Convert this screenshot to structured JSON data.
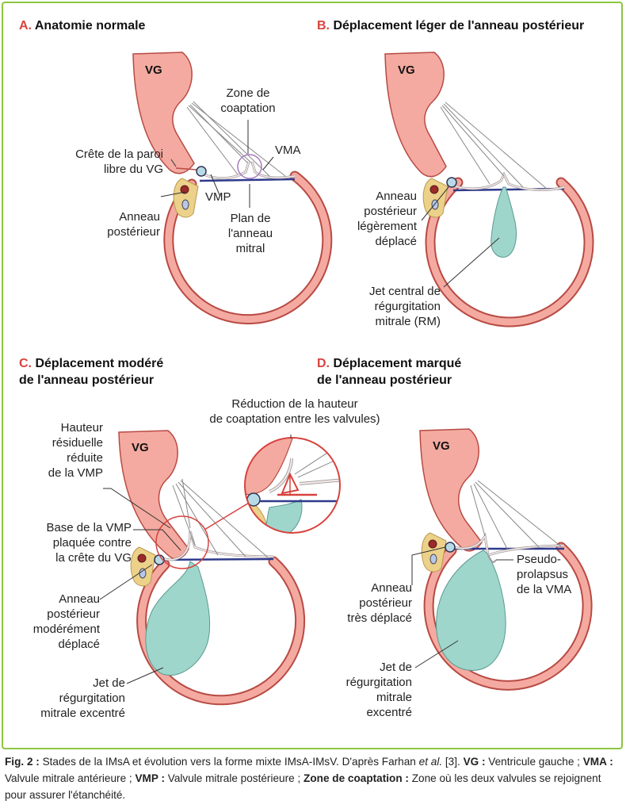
{
  "panels": {
    "a": {
      "letter": "A.",
      "title": "Anatomie normale"
    },
    "b": {
      "letter": "B.",
      "title": "Déplacement léger de l'anneau postérieur"
    },
    "c": {
      "letter": "C.",
      "title_1": "Déplacement modéré",
      "title_2": "de l'anneau postérieur"
    },
    "d": {
      "letter": "D.",
      "title_1": "Déplacement marqué",
      "title_2": "de l'anneau postérieur"
    }
  },
  "labels": {
    "vg": "VG",
    "a_zone_1": "Zone de",
    "a_zone_2": "coaptation",
    "a_vma": "VMA",
    "a_crete_1": "Crête de la paroi",
    "a_crete_2": "libre du VG",
    "a_vmp": "VMP",
    "a_anneau_1": "Anneau",
    "a_anneau_2": "postérieur",
    "a_plan_1": "Plan de",
    "a_plan_2": "l'anneau",
    "a_plan_3": "mitral",
    "b_anneau_1": "Anneau",
    "b_anneau_2": "postérieur",
    "b_anneau_3": "légèrement",
    "b_anneau_4": "déplacé",
    "b_jet_1": "Jet central de",
    "b_jet_2": "régurgitation",
    "b_jet_3": "mitrale (RM)",
    "c_reduction_1": "Réduction de la hauteur",
    "c_reduction_2": "de coaptation entre les valvules)",
    "c_hauteur_1": "Hauteur",
    "c_hauteur_2": "résiduelle",
    "c_hauteur_3": "réduite",
    "c_hauteur_4": "de la VMP",
    "c_base_1": "Base de la VMP",
    "c_base_2": "plaquée contre",
    "c_base_3": "la crête du VG",
    "c_anneau_1": "Anneau",
    "c_anneau_2": "postérieur",
    "c_anneau_3": "modérément",
    "c_anneau_4": "déplacé",
    "c_jet_1": "Jet de",
    "c_jet_2": "régurgitation",
    "c_jet_3": "mitrale excentré",
    "d_anneau_1": "Anneau",
    "d_anneau_2": "postérieur",
    "d_anneau_3": "très déplacé",
    "d_pseudo_1": "Pseudo-",
    "d_pseudo_2": "prolapsus",
    "d_pseudo_3": "de la VMA",
    "d_jet_1": "Jet de",
    "d_jet_2": "régurgitation",
    "d_jet_3": "mitrale",
    "d_jet_4": "excentré"
  },
  "caption": {
    "fig": "Fig. 2 :",
    "text1": " Stades de la IMsA et évolution vers la forme mixte IMsA-IMsV. D'après Farhan ",
    "etal": "et al.",
    "text2": " [3]. ",
    "vg_key": "VG :",
    "vg_def": " Ventricule gauche ; ",
    "vma_key": "VMA :",
    "vma_def": " Valvule mitrale antérieure ; ",
    "vmp_key": "VMP :",
    "vmp_def": " Valvule mitrale postérieure ; ",
    "zone_key": "Zone de coaptation :",
    "zone_def": " Zone où les deux valvules se rejoignent pour assurer l'étanchéité."
  },
  "colors": {
    "frame": "#8cc63f",
    "wall_fill": "#f4aaa0",
    "wall_stroke": "#b84a44",
    "jet": "#9fd6cc",
    "annulus_plane": "#2f3a8c",
    "fat": "#ecd18a",
    "letter": "#d8433f",
    "magnifier": "#d8433f"
  }
}
